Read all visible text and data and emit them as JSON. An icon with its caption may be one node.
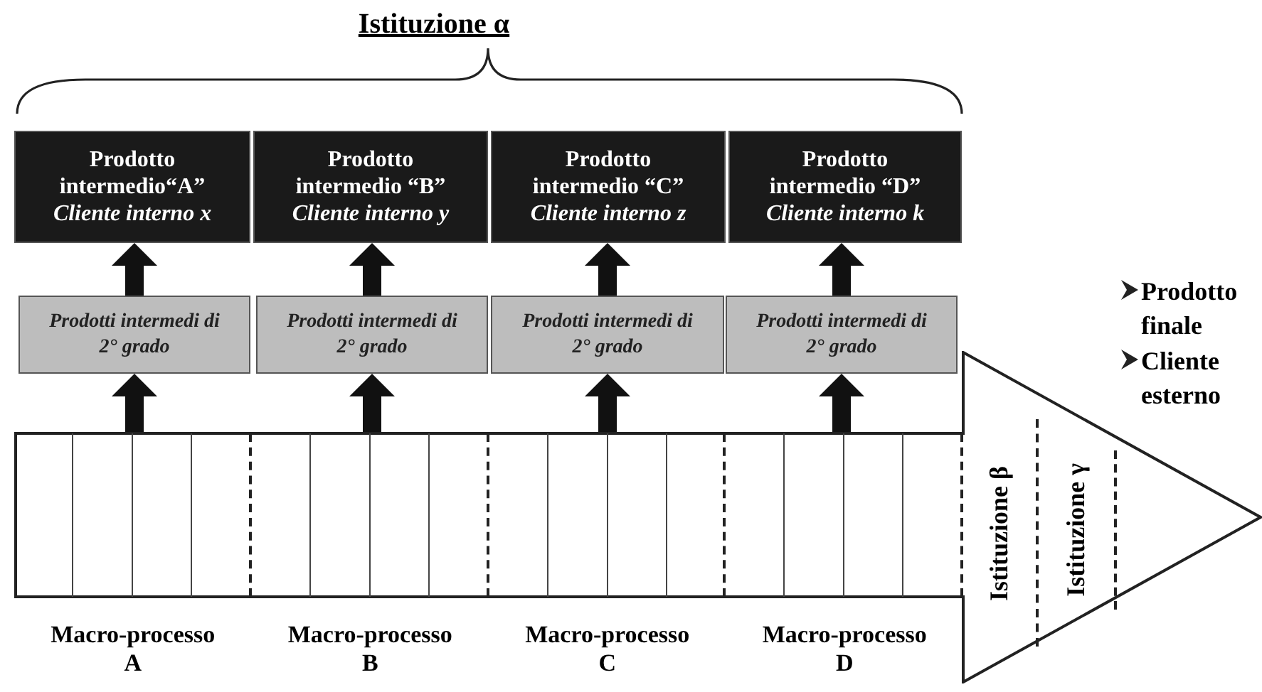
{
  "diagram": {
    "title": "Istituzione α",
    "nodes": [
      {
        "text": [
          "Prodotto intermedio“A”",
          "Cliente interno x"
        ]
      },
      {
        "text": [
          "Prodotto intermedio “B”",
          "Cliente interno y"
        ]
      },
      {
        "text": [
          "Prodotto intermedio “C”",
          "Cliente interno z"
        ]
      },
      {
        "text": [
          "Prodotto intermedio “D”",
          "Cliente interno k"
        ]
      },
      {
        "text": [
          "Prodotti intermedi di 2° grado"
        ]
      },
      {
        "text": [
          "Prodotti intermedi di 2° grado"
        ]
      },
      {
        "text": [
          "Prodotti intermedi di 2° grado"
        ]
      },
      {
        "text": [
          "Prodotti intermedi di 2° grado"
        ]
      },
      {
        "text": [],
        "shape": "arrow"
      },
      {
        "text": [],
        "shape": "box",
        "in": 8,
        "beside": [
          "Macro-processo A"
        ]
      },
      {
        "text": [],
        "shape": "box",
        "in": 8,
        "beside": [
          "Macro-processo B"
        ]
      },
      {
        "text": [],
        "shape": "box",
        "in": 8,
        "beside": [
          "Macro-processo C"
        ]
      },
      {
        "text": [],
        "shape": "box",
        "in": 8,
        "beside": [
          "Macro-processo D"
        ]
      },
      {
        "text": [
          "Istituzione β"
        ],
        "in": 8
      },
      {
        "text": [
          "Istituzione γ"
        ],
        "in": 8
      }
    ],
    "edges": [
      {
        "from": 4,
        "to": 0,
        "arrow": "to",
        "style": "thick"
      },
      {
        "from": 5,
        "to": 1,
        "arrow": "to",
        "style": "thick"
      },
      {
        "from": 6,
        "to": 2,
        "arrow": "to",
        "style": "thick"
      },
      {
        "from": 7,
        "to": 3,
        "arrow": "to",
        "style": "thick"
      },
      {
        "from": 9,
        "to": 4,
        "arrow": "to",
        "style": "thick"
      },
      {
        "from": 10,
        "to": 5,
        "arrow": "to",
        "style": "thick"
      },
      {
        "from": 11,
        "to": 6,
        "arrow": "to",
        "style": "thick"
      },
      {
        "from": 12,
        "to": 7,
        "arrow": "to",
        "style": "thick"
      }
    ],
    "labels": [
      "Prodotto finale",
      "Cliente esterno"
    ]
  }
}
